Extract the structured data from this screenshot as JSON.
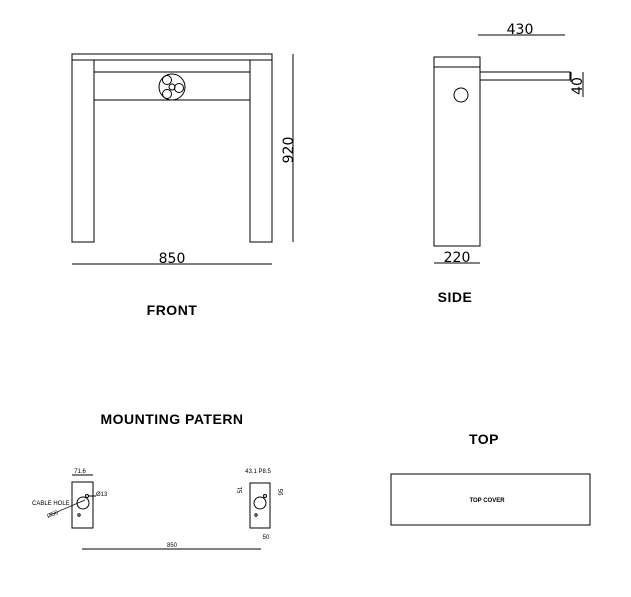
{
  "front": {
    "title": "FRONT",
    "width_dim": "850",
    "height_dim": "920"
  },
  "side": {
    "title": "SIDE",
    "arm_dim": "430",
    "arm_height_dim": "40",
    "depth_dim": "220"
  },
  "mounting": {
    "title": "MOUNTING PATERN",
    "left_top_dim": "71.6",
    "hole_dim": "Ø13",
    "cable_hole_label": "CABLE HOLE",
    "cable_hole_dim": "Ø56",
    "right_top_dim": "43.1  P8.5",
    "right_left_dim": "51",
    "right_right_dim": "95",
    "right_bottom_dim": "50",
    "span_dim": "850"
  },
  "top": {
    "title": "TOP",
    "cover_label": "TOP COVER"
  }
}
